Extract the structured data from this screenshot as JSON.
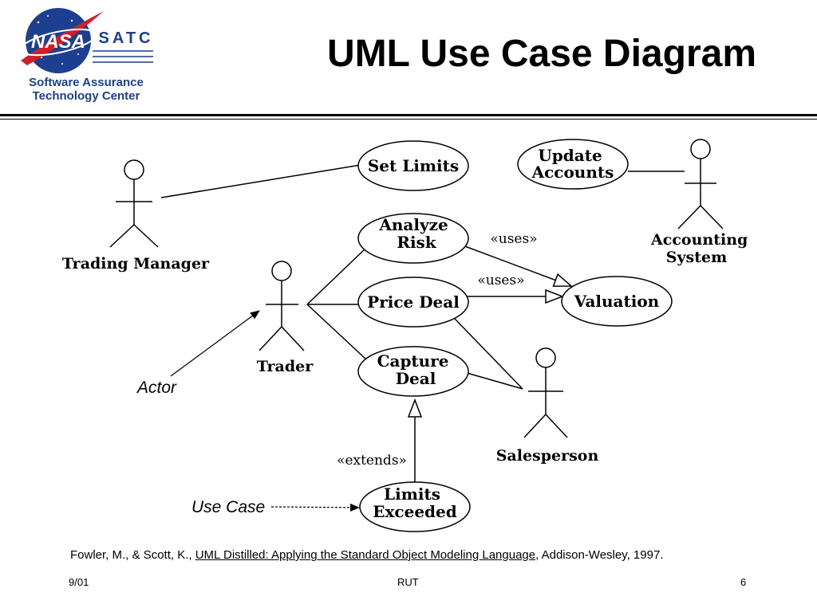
{
  "logo": {
    "agency": "NASA",
    "center_abbr": "SATC",
    "line1": "Software Assurance",
    "line2": "Technology Center",
    "colors": {
      "globe": "#1d3f8f",
      "swoosh": "#d11f2a",
      "text": "#1d3f8f"
    }
  },
  "slide": {
    "title": "UML Use Case Diagram"
  },
  "diagram": {
    "use_cases": {
      "set_limits": [
        "Set Limits"
      ],
      "update_accounts": [
        "Update",
        "Accounts"
      ],
      "analyze_risk": [
        "Analyze",
        "Risk"
      ],
      "price_deal": [
        "Price Deal"
      ],
      "valuation": [
        "Valuation"
      ],
      "capture_deal": [
        "Capture",
        "Deal"
      ],
      "limits_exceeded": [
        "Limits",
        "Exceeded"
      ]
    },
    "actors": {
      "trading_manager": "Trading Manager",
      "trader": "Trader",
      "accounting_system": [
        "Accounting",
        "System"
      ],
      "salesperson": "Salesperson"
    },
    "stereotypes": {
      "uses_1": "«uses»",
      "uses_2": "«uses»",
      "extends": "«extends»"
    },
    "annotations": {
      "actor": "Actor",
      "use_case": "Use Case"
    }
  },
  "citation": {
    "authors": "Fowler, M., & Scott, K., ",
    "book": "UML Distilled: Applying the Standard Object Modeling Language",
    "rest": ", Addison-Wesley, 1997."
  },
  "footer": {
    "date": "9/01",
    "center": "RUT",
    "page": "6"
  }
}
